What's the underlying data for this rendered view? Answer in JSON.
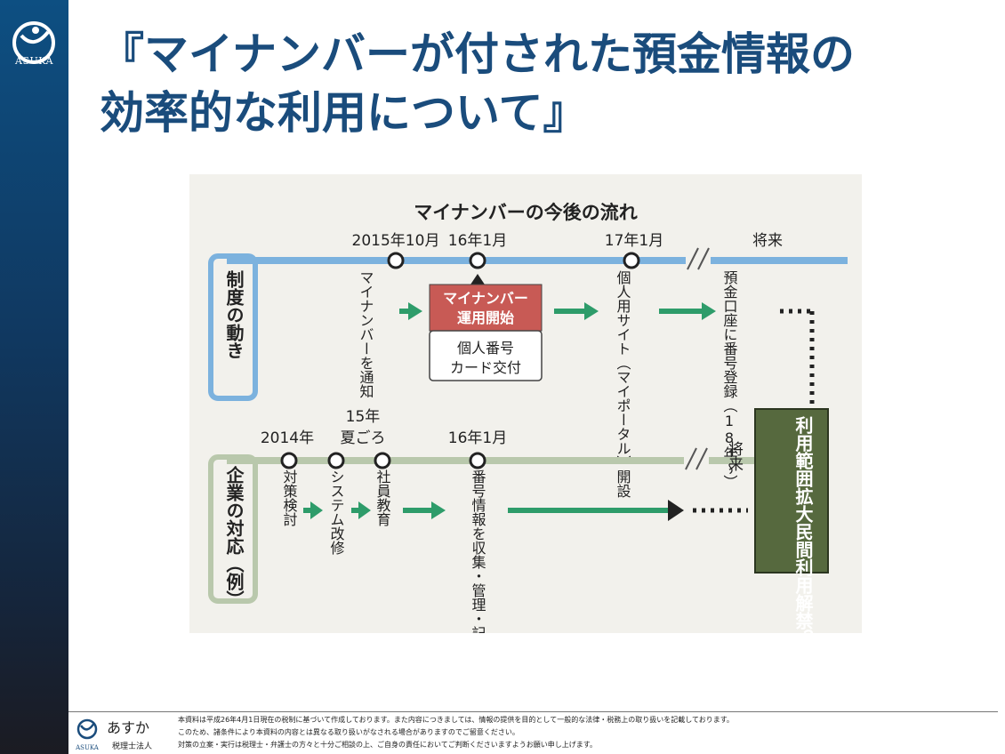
{
  "sidebar": {
    "logo_text": "ASUKA"
  },
  "title": {
    "line1": "『マイナンバーが付された預金情報の",
    "line2": "効率的な利用について』"
  },
  "diagram": {
    "heading": "マイナンバーの今後の流れ",
    "system_row": {
      "label": "制度の動き",
      "dates": [
        "2015年10月",
        "16年1月",
        "17年1月",
        "将来"
      ],
      "notify": "マイナンバーを通知",
      "box_red": [
        "マイナンバー",
        "運用開始"
      ],
      "box_white": [
        "個人番号",
        "カード交付"
      ],
      "portal": "個人用サイト（マイポータル）開設",
      "deposit": "預金口座に番号登録（18年〜）"
    },
    "company_row": {
      "label": "企業の対応（例）",
      "dates": [
        "2014年",
        "15年",
        "夏ごろ",
        "16年1月",
        "将来"
      ],
      "step1": "対策検討",
      "step2": "システム改修",
      "step3": "社員教育",
      "step4": "番号情報を収集・管理・記載"
    },
    "result": "利用範囲拡大民間利用解禁？"
  },
  "footer": {
    "brand": "あすか",
    "sub": "税理士法人",
    "logo_text": "ASUKA",
    "lines": [
      "本資料は平成26年4月1日現在の税制に基づいて作成しております。また内容につきましては、情報の提供を目的として一般的な法律・税務上の取り扱いを記載しております。",
      "このため、諸条件により本資料の内容とは異なる取り扱いがなされる場合がありますのでご留意ください。",
      "対策の立案・実行は税理士・弁護士の方々と十分ご相談の上、ご自身の責任においてご判断くださいますようお願い申し上げます。"
    ]
  },
  "colors": {
    "sidebar": "#0d4f82",
    "title": "#1a4c7c",
    "blue_line": "#7cb2de",
    "green_line": "#b9c8ac",
    "arrow": "#2e9c6a",
    "red_box": "#c85a55",
    "result_box": "#56693e"
  }
}
